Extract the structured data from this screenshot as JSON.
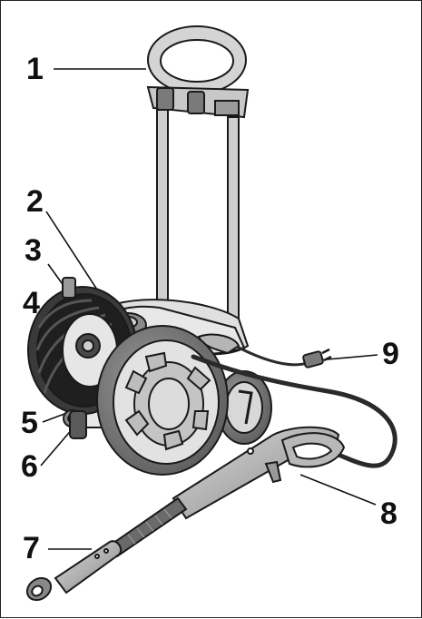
{
  "callouts": [
    {
      "id": "1",
      "label": "1"
    },
    {
      "id": "2",
      "label": "2"
    },
    {
      "id": "3",
      "label": "3"
    },
    {
      "id": "4",
      "label": "4"
    },
    {
      "id": "5",
      "label": "5"
    },
    {
      "id": "6",
      "label": "6"
    },
    {
      "id": "7",
      "label": "7"
    },
    {
      "id": "8",
      "label": "8"
    },
    {
      "id": "9",
      "label": "9"
    }
  ],
  "colors": {
    "body": "#e6e6e6",
    "body_shade": "#c8c8c8",
    "dark_grey": "#6e6e6e",
    "outline": "#1a1a1a",
    "hose": "#2a2a2a"
  }
}
